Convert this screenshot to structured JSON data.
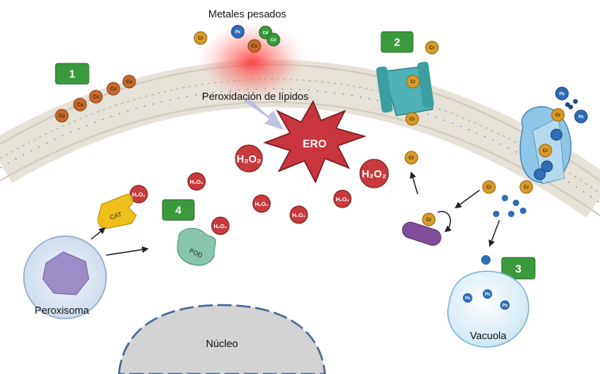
{
  "labels": {
    "heavy_metals": "Metales pesados",
    "lipid_peroxidation": "Peroxidación de lípidos",
    "ero": "ERO",
    "peroxisome": "Peroxisoma",
    "nucleus": "Núcleo",
    "vacuole": "Vacuola",
    "cat": "CAT",
    "pod": "POD",
    "h2o2": "H₂O₂"
  },
  "steps": {
    "s1": "1",
    "s2": "2",
    "s3": "3",
    "s4": "4"
  },
  "ions": {
    "cu": "Cu",
    "cr": "Cr",
    "pb": "Pb",
    "cd": "Cd"
  },
  "colors": {
    "step_box": "#3a9a3c",
    "ero_star": "#c8353d",
    "h2o2_dot": "#c83a3c",
    "cu_ion": "#c8692c",
    "cr_ion": "#d89a2a",
    "pb_ion": "#2f6db5",
    "cd_ion": "#3a9a3c",
    "membrane": "#d7d3c8"
  }
}
